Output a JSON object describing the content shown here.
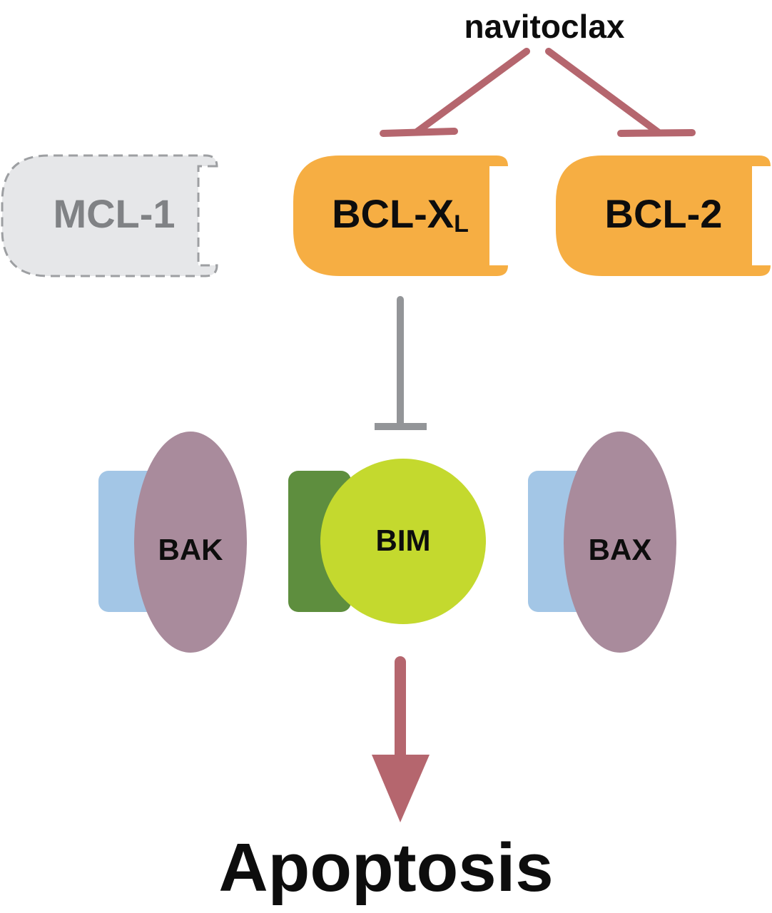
{
  "drug": {
    "label": "navitoclax"
  },
  "proteins": {
    "mcl1": {
      "label": "MCL-1",
      "color": "#e6e7e9",
      "text_color": "#808285"
    },
    "bclxl": {
      "label": "BCL-X",
      "subscript": "L",
      "color": "#f6ae43"
    },
    "bcl2": {
      "label": "BCL-2",
      "color": "#f6ae43"
    },
    "bak": {
      "label": "BAK",
      "color": "#a98b9c",
      "partner_color": "#a3c6e6"
    },
    "bim": {
      "label": "BIM",
      "color": "#c4d92e",
      "partner_color": "#5e8e3e"
    },
    "bax": {
      "label": "BAX",
      "color": "#a98b9c",
      "partner_color": "#a3c6e6"
    }
  },
  "edges": [
    {
      "from": "navitoclax",
      "to": "BCL-XL",
      "type": "inhibition",
      "color": "#b5666e"
    },
    {
      "from": "navitoclax",
      "to": "BCL-2",
      "type": "inhibition",
      "color": "#b5666e"
    },
    {
      "from": "BCL-XL",
      "to": "BIM",
      "type": "inhibition",
      "color": "#939598"
    },
    {
      "from": "BIM",
      "to": "Apoptosis",
      "type": "activation",
      "color": "#b5666e"
    }
  ],
  "outcome": {
    "label": "Apoptosis"
  }
}
